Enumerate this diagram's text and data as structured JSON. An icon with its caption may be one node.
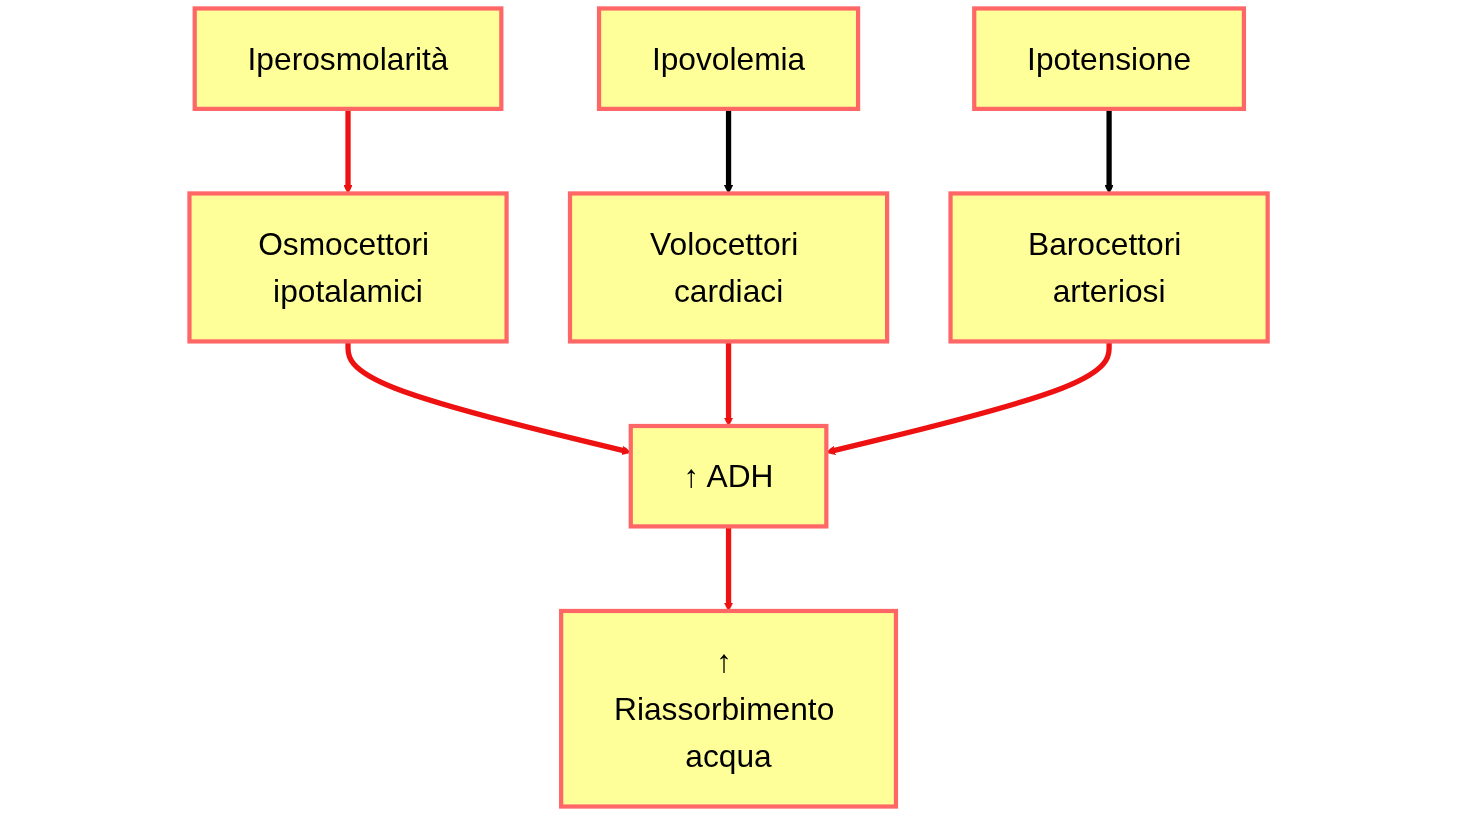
{
  "diagram": {
    "nodes": [
      {
        "text": [
          "Iperosmolarità"
        ]
      },
      {
        "text": [
          "Ipovolemia"
        ]
      },
      {
        "text": [
          "Ipotensione"
        ]
      },
      {
        "text": [
          "Osmocettori ipotalamici"
        ]
      },
      {
        "text": [
          "Volocettori cardiaci"
        ]
      },
      {
        "text": [
          "Barocettori arteriosi"
        ]
      },
      {
        "text": [
          "↑ ADH"
        ]
      },
      {
        "text": [
          "↑ Riassorbimento acqua"
        ]
      }
    ],
    "edges": [
      {
        "from": 0,
        "to": 3,
        "arrow": "to"
      },
      {
        "from": 1,
        "to": 4,
        "arrow": "to",
        "color": "#000000"
      },
      {
        "from": 2,
        "to": 5,
        "arrow": "to",
        "color": "#000000"
      },
      {
        "from": 3,
        "to": 6,
        "arrow": "to"
      },
      {
        "from": 4,
        "to": 6,
        "arrow": "to"
      },
      {
        "from": 5,
        "to": 6,
        "arrow": "to"
      },
      {
        "from": 6,
        "to": 7,
        "arrow": "to"
      }
    ]
  }
}
